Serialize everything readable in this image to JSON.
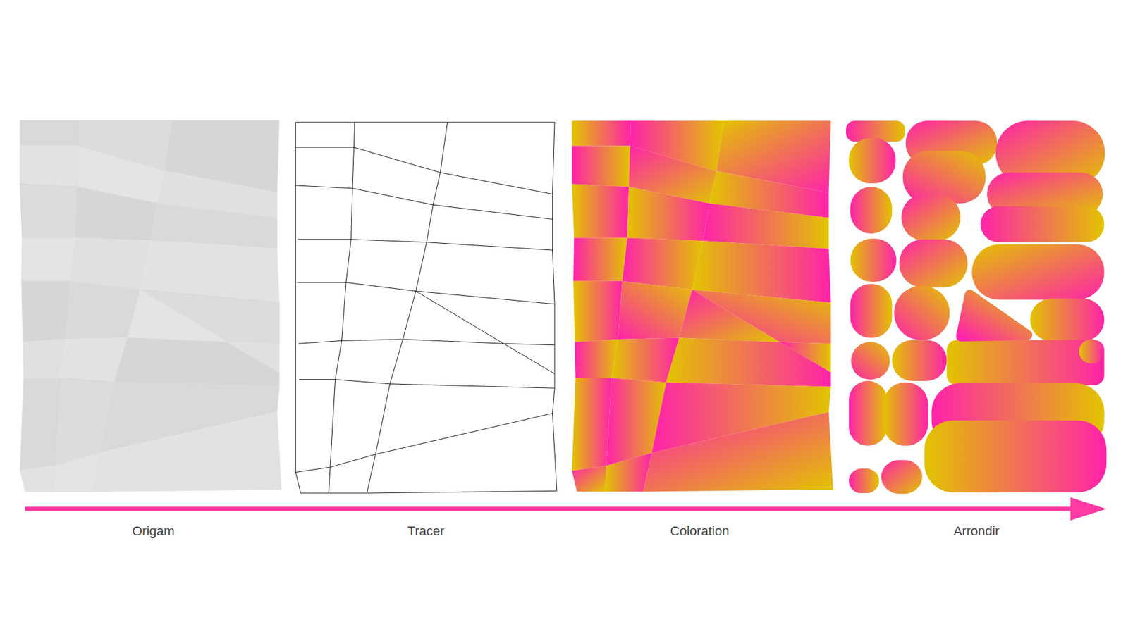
{
  "diagram": {
    "labels": [
      "Origam",
      "Tracer",
      "Coloration",
      "Arrondir"
    ]
  }
}
